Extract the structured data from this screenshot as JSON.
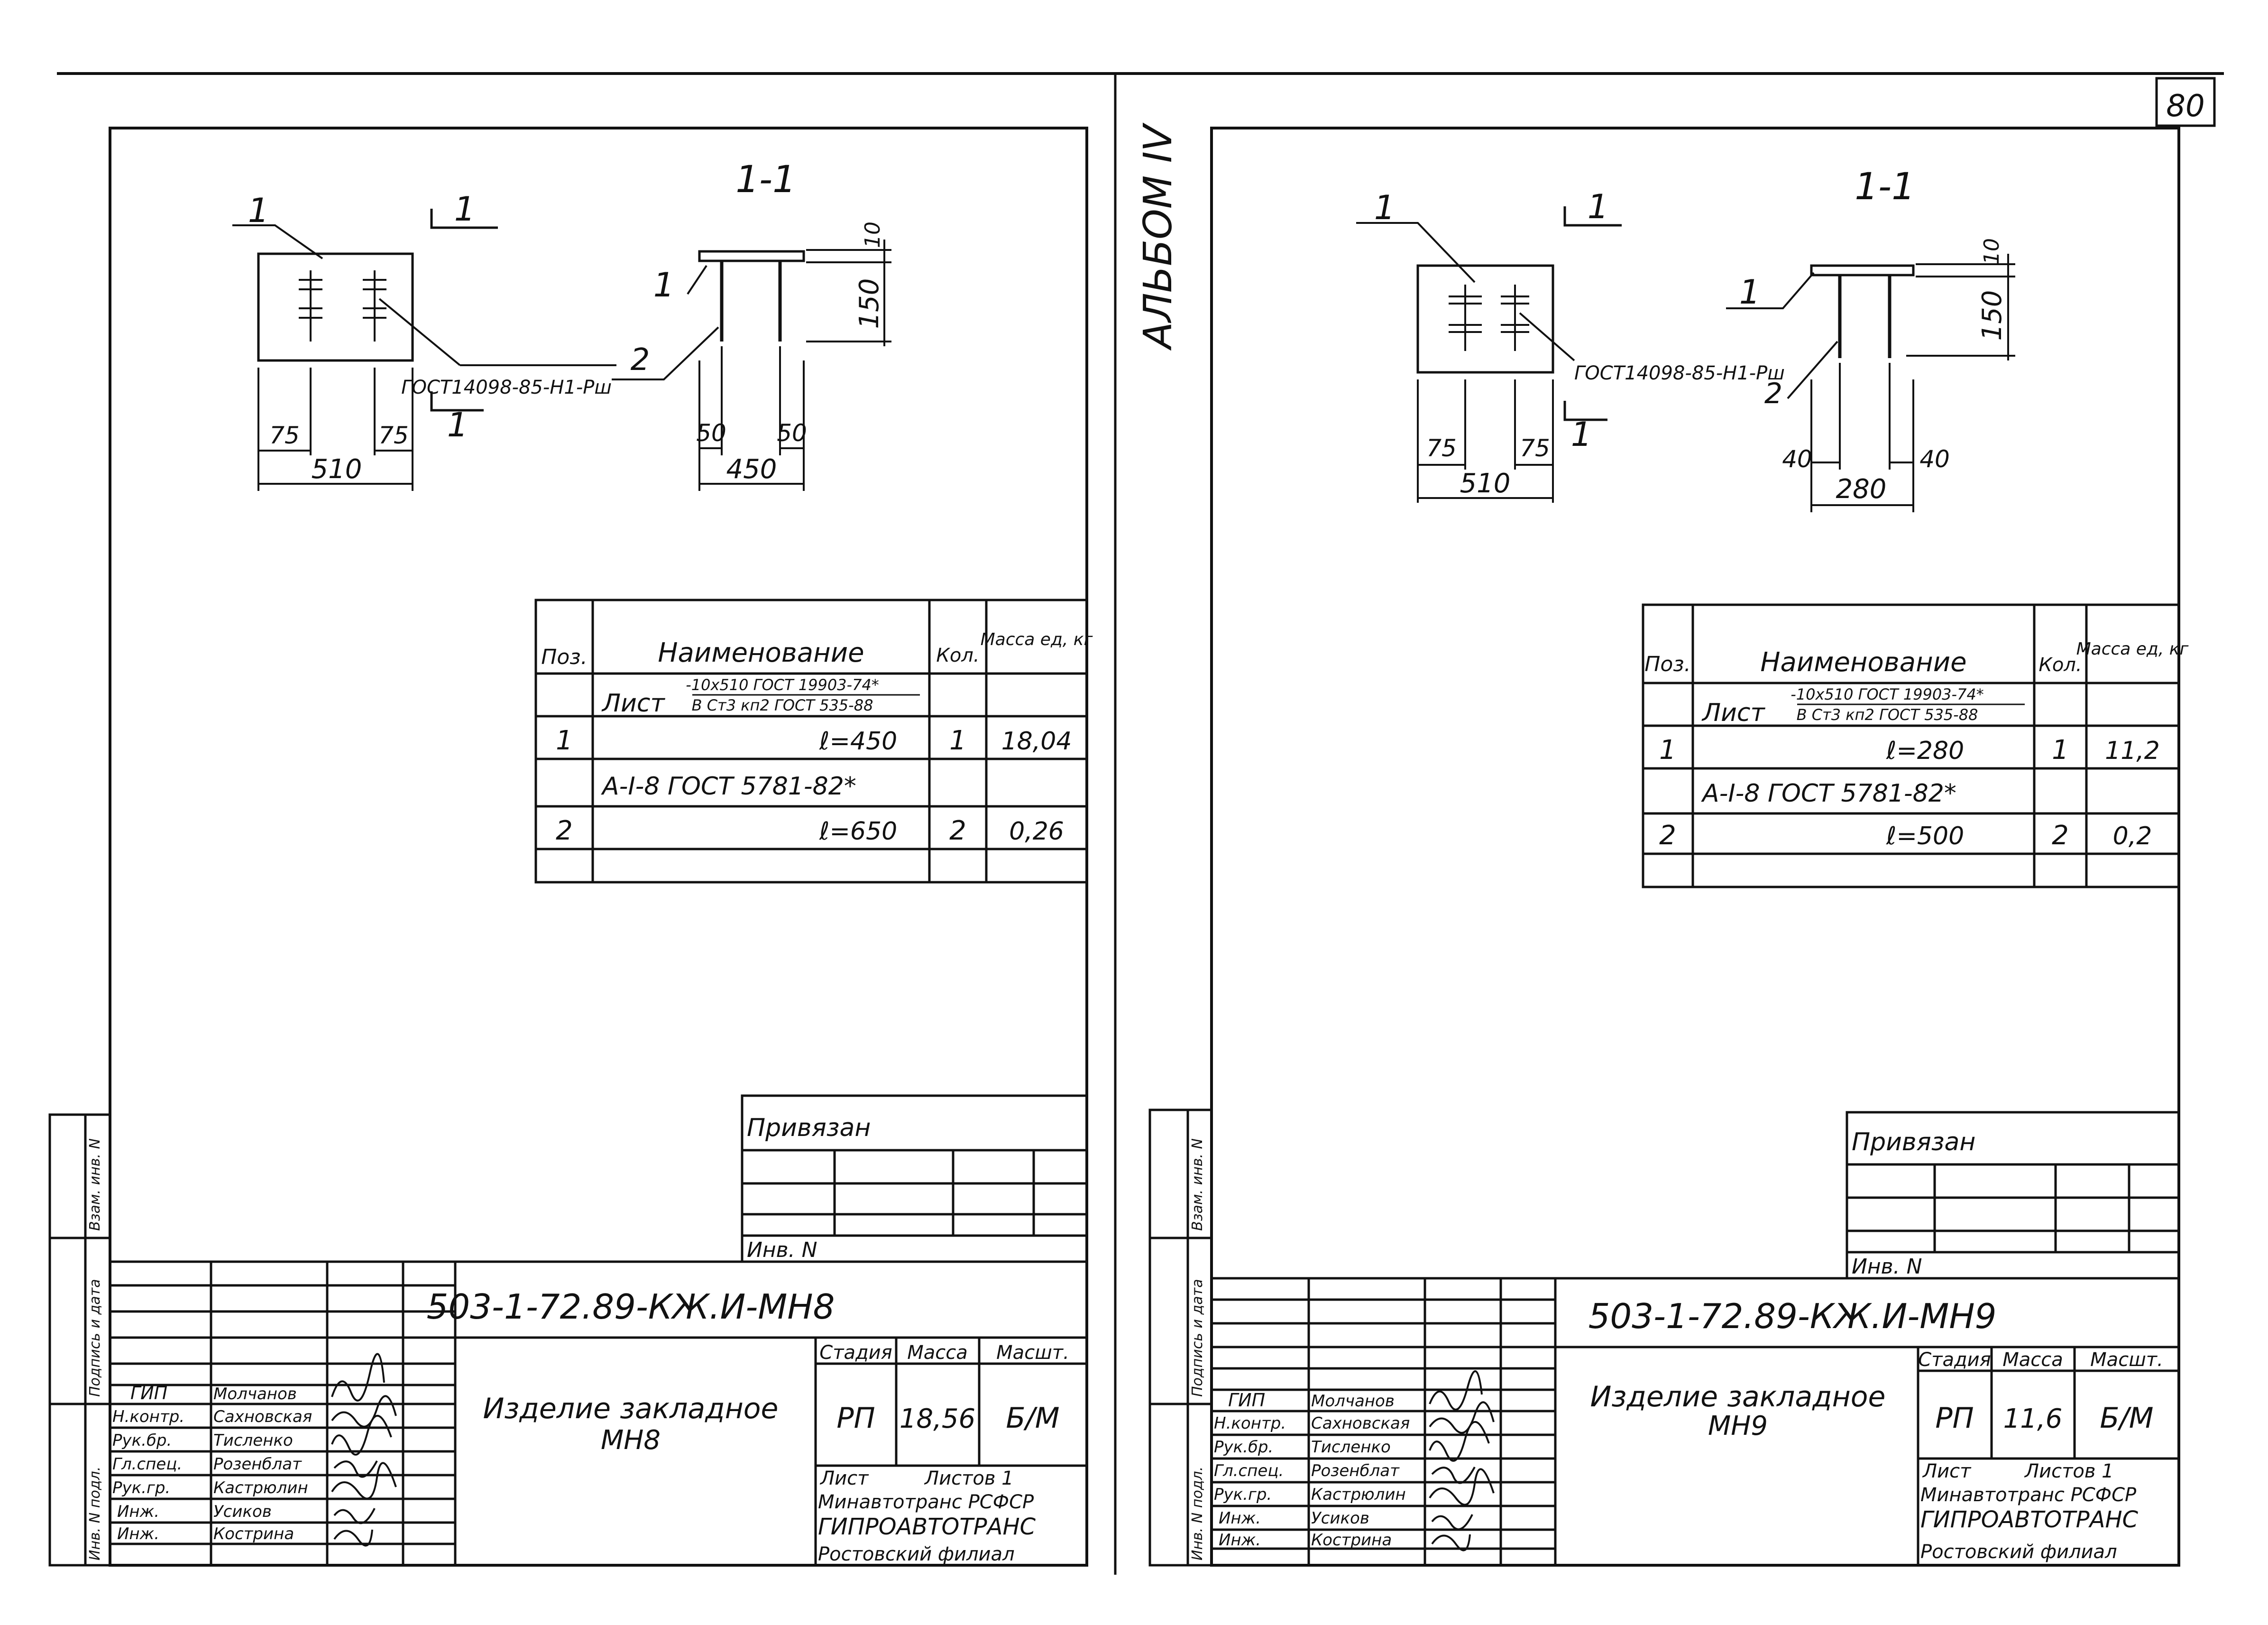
{
  "page": {
    "page_number": "80",
    "album_label": "АЛЬБОМ IV"
  },
  "sheets": [
    {
      "section": {
        "title": "1-1",
        "pos1": "1",
        "pos2": "2",
        "cut": "1"
      },
      "weld_note": "ГОСТ14098-85-Н1-Рш",
      "dims": {
        "overall": "510",
        "edge_left": "75",
        "edge_right": "75",
        "sec_width": "450",
        "sec_left": "50",
        "sec_right": "50",
        "height": "150",
        "thickness": "10"
      },
      "spec": {
        "headers": {
          "pos": "Поз.",
          "name": "Наименование",
          "qty": "Кол.",
          "mass": "Масса ед, кг"
        },
        "group1_name": "Лист",
        "group1_gost1": "-10х510 ГОСТ 19903-74*",
        "group1_gost2": "В Ст3 кп2 ГОСТ 535-88",
        "row1": {
          "pos": "1",
          "name": "ℓ=450",
          "qty": "1",
          "mass": "18,04"
        },
        "group2_name": "А-I-8 ГОСТ 5781-82*",
        "row2": {
          "pos": "2",
          "name": "ℓ=650",
          "qty": "2",
          "mass": "0,26"
        }
      },
      "tie": {
        "label": "Привязан",
        "inv": "Инв. N"
      },
      "stamp": {
        "code": "503-1-72.89-КЖ.И-МН8",
        "title_line1": "Изделие закладное",
        "title_line2": "МН8",
        "hdr_stage": "Стадия",
        "hdr_mass": "Масса",
        "hdr_scale": "Масшт.",
        "stage": "РП",
        "mass": "18,56",
        "scale": "Б/М",
        "sheet_label": "Лист",
        "sheets_label": "Листов 1",
        "org1": "Минавтотранс РСФСР",
        "org2": "ГИПРОАВТОТРАНС",
        "org3": "Ростовский филиал",
        "roles": [
          "ГИП",
          "Н.контр.",
          "Рук.бр.",
          "Гл.спец.",
          "Рук.гр.",
          "Инж.",
          "Инж."
        ],
        "names": [
          "Молчанов",
          "Сахновская",
          "Тисленко",
          "Розенблат",
          "Кастрюлин",
          "Усиков",
          "Кострина"
        ]
      },
      "side_labels": [
        "Инв. N подл.",
        "Подпись и дата",
        "Взам. инв. N"
      ]
    },
    {
      "section": {
        "title": "1-1",
        "pos1": "1",
        "pos2": "2",
        "cut": "1"
      },
      "weld_note": "ГОСТ14098-85-Н1-Рш",
      "dims": {
        "overall": "510",
        "edge_left": "75",
        "edge_right": "75",
        "sec_width": "280",
        "sec_left": "40",
        "sec_right": "40",
        "height": "150",
        "thickness": "10"
      },
      "spec": {
        "headers": {
          "pos": "Поз.",
          "name": "Наименование",
          "qty": "Кол.",
          "mass": "Масса ед, кг"
        },
        "group1_name": "Лист",
        "group1_gost1": "-10х510 ГОСТ 19903-74*",
        "group1_gost2": "В Ст3 кп2 ГОСТ 535-88",
        "row1": {
          "pos": "1",
          "name": "ℓ=280",
          "qty": "1",
          "mass": "11,2"
        },
        "group2_name": "А-I-8 ГОСТ 5781-82*",
        "row2": {
          "pos": "2",
          "name": "ℓ=500",
          "qty": "2",
          "mass": "0,2"
        }
      },
      "tie": {
        "label": "Привязан",
        "inv": "Инв. N"
      },
      "stamp": {
        "code": "503-1-72.89-КЖ.И-МН9",
        "title_line1": "Изделие закладное",
        "title_line2": "МН9",
        "hdr_stage": "Стадия",
        "hdr_mass": "Масса",
        "hdr_scale": "Масшт.",
        "stage": "РП",
        "mass": "11,6",
        "scale": "Б/М",
        "sheet_label": "Лист",
        "sheets_label": "Листов 1",
        "org1": "Минавтотранс РСФСР",
        "org2": "ГИПРОАВТОТРАНС",
        "org3": "Ростовский филиал",
        "roles": [
          "ГИП",
          "Н.контр.",
          "Рук.бр.",
          "Гл.спец.",
          "Рук.гр.",
          "Инж.",
          "Инж."
        ],
        "names": [
          "Молчанов",
          "Сахновская",
          "Тисленко",
          "Розенблат",
          "Кастрюлин",
          "Усиков",
          "Кострина"
        ]
      },
      "side_labels": [
        "Инв. N подл.",
        "Подпись и дата",
        "Взам. инв. N"
      ]
    }
  ]
}
